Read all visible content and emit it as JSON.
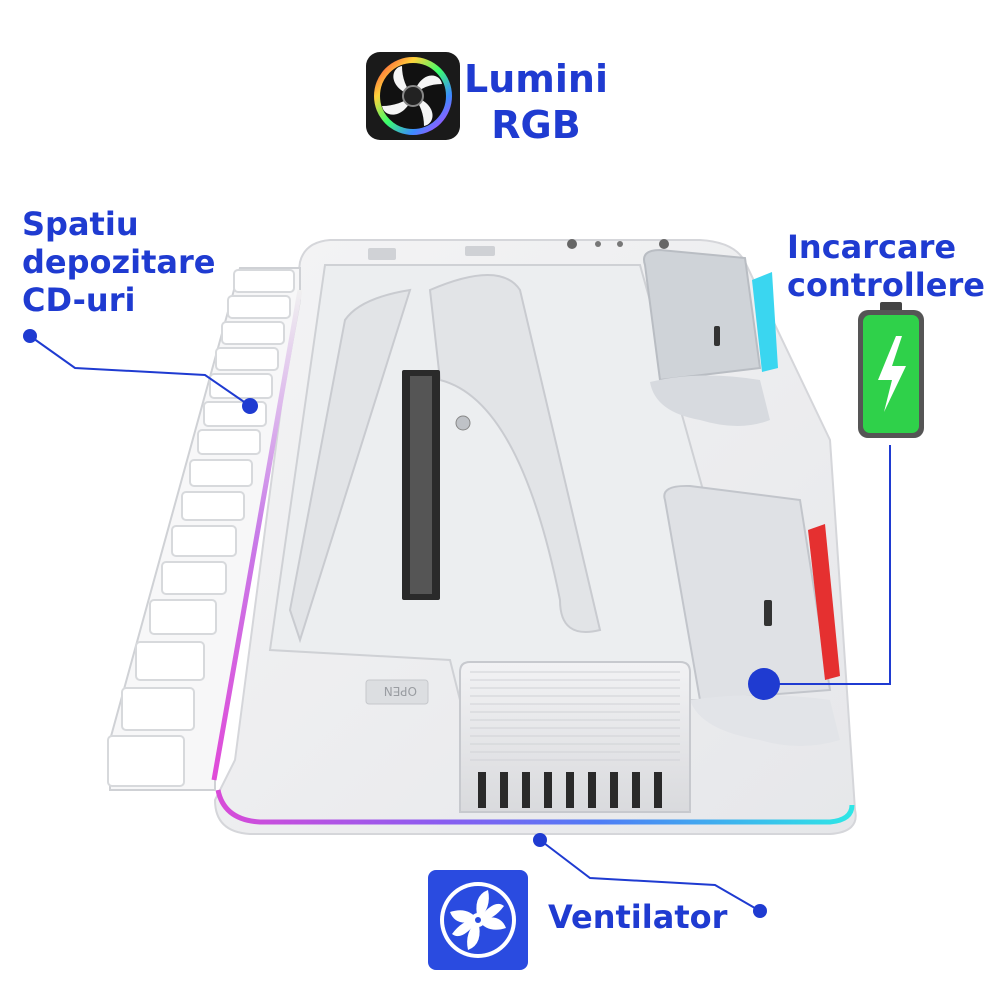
{
  "labels": {
    "rgb": [
      "Lumini",
      "RGB"
    ],
    "storage": [
      "Spatiu",
      "depozitare",
      "CD-uri"
    ],
    "charging": [
      "Incarcare",
      "controllere"
    ],
    "fan": "Ventilator"
  },
  "device_markings": {
    "open": "OPEN"
  },
  "colors": {
    "accent": "#1f3bd1",
    "battery_green": "#2fd14a",
    "rgb_cyan": "#2ee6e6",
    "rgb_red": "#e53030",
    "rgb_magenta": "#d84bd8"
  },
  "icons": [
    "rgb-fan-icon",
    "battery-charging-icon",
    "fan-icon"
  ]
}
